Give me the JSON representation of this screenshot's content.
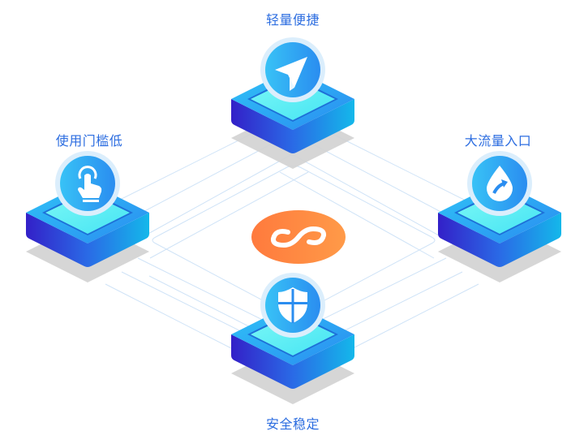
{
  "diagram": {
    "center": {
      "icon": "link-icon",
      "color_start": "#ff7a3d",
      "color_end": "#ff9a48"
    },
    "nodes": [
      {
        "id": "top",
        "label": "轻量便捷",
        "icon": "paper-plane-icon"
      },
      {
        "id": "left",
        "label": "使用门槛低",
        "icon": "tap-hand-icon"
      },
      {
        "id": "right",
        "label": "大流量入口",
        "icon": "droplet-arrow-icon"
      },
      {
        "id": "bottom",
        "label": "安全稳定",
        "icon": "shield-icon"
      }
    ],
    "colors": {
      "label_text": "#2c6de0",
      "block_dark": "#3320c8",
      "block_light": "#16b4ea",
      "block_top": "#29a8f5",
      "block_inner": "#5ef2f5",
      "grid_line": "#cfe3f7",
      "shadow": "#d2d2d2"
    }
  }
}
